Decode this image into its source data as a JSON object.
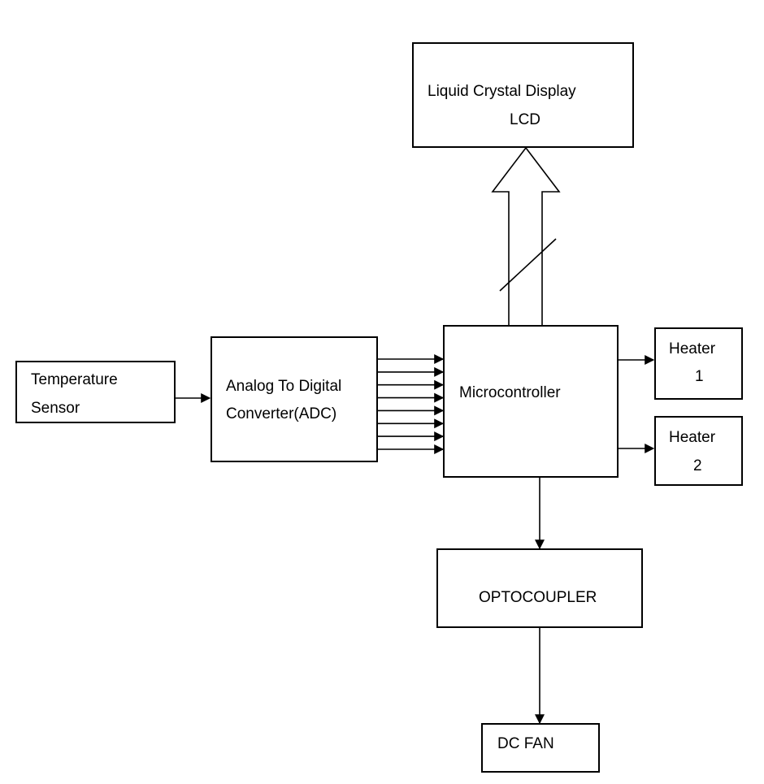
{
  "blocks": {
    "lcd": {
      "line1": "Liquid Crystal Display",
      "line2": "LCD"
    },
    "temperature_sensor": {
      "line1": "Temperature",
      "line2": "Sensor"
    },
    "adc": {
      "line1": "Analog To Digital",
      "line2": "Converter(ADC)"
    },
    "microcontroller": {
      "line1": "Microcontroller"
    },
    "heater1": {
      "line1": "Heater",
      "line2": "1"
    },
    "heater2": {
      "line1": "Heater",
      "line2": "2"
    },
    "optocoupler": {
      "line1": "OPTOCOUPLER"
    },
    "dc_fan": {
      "line1": "DC FAN"
    }
  },
  "connections": [
    {
      "from": "temperature_sensor",
      "to": "adc"
    },
    {
      "from": "adc",
      "to": "microcontroller",
      "lines": 8
    },
    {
      "from": "microcontroller",
      "to": "lcd",
      "kind": "bus"
    },
    {
      "from": "microcontroller",
      "to": "heater1"
    },
    {
      "from": "microcontroller",
      "to": "heater2"
    },
    {
      "from": "microcontroller",
      "to": "optocoupler"
    },
    {
      "from": "optocoupler",
      "to": "dc_fan"
    }
  ],
  "colors": {
    "stroke": "#000000",
    "background": "#ffffff"
  }
}
